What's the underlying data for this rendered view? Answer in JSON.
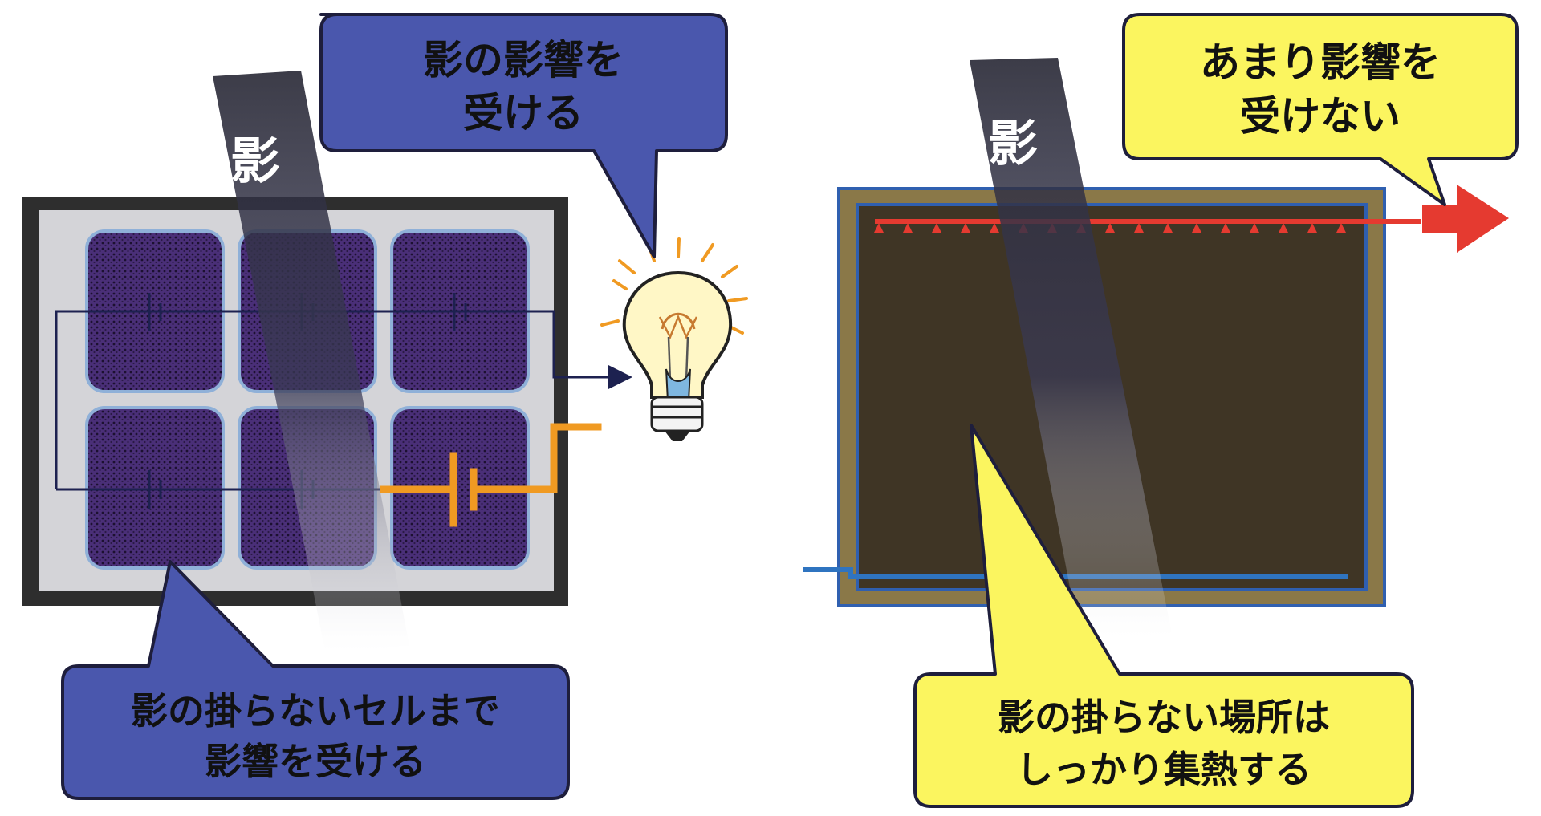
{
  "left_panel": {
    "callout_top": [
      "影の影響を",
      "受ける"
    ],
    "callout_bottom": [
      "影の掛らないセルまで",
      "影響を受ける"
    ],
    "shadow_label": "影"
  },
  "right_panel": {
    "callout_top": [
      "あまり影響を",
      "受けない"
    ],
    "callout_bottom": [
      "影の掛らない場所は",
      "しっかり集熱する"
    ],
    "shadow_label": "影"
  },
  "colors": {
    "blue_callout": "#4a57ad",
    "yellow_callout": "#fbf55f",
    "panel_frame": "#333333",
    "cell_fill": "#3e2668",
    "wire_orange": "#f09a22",
    "collector_frame": "#8a7848",
    "collector_fill": "#3f3525",
    "hot_red": "#e53a30",
    "cold_blue": "#2f74c0"
  },
  "icons": [
    "light-bulb-icon",
    "arrow-right-icon"
  ]
}
